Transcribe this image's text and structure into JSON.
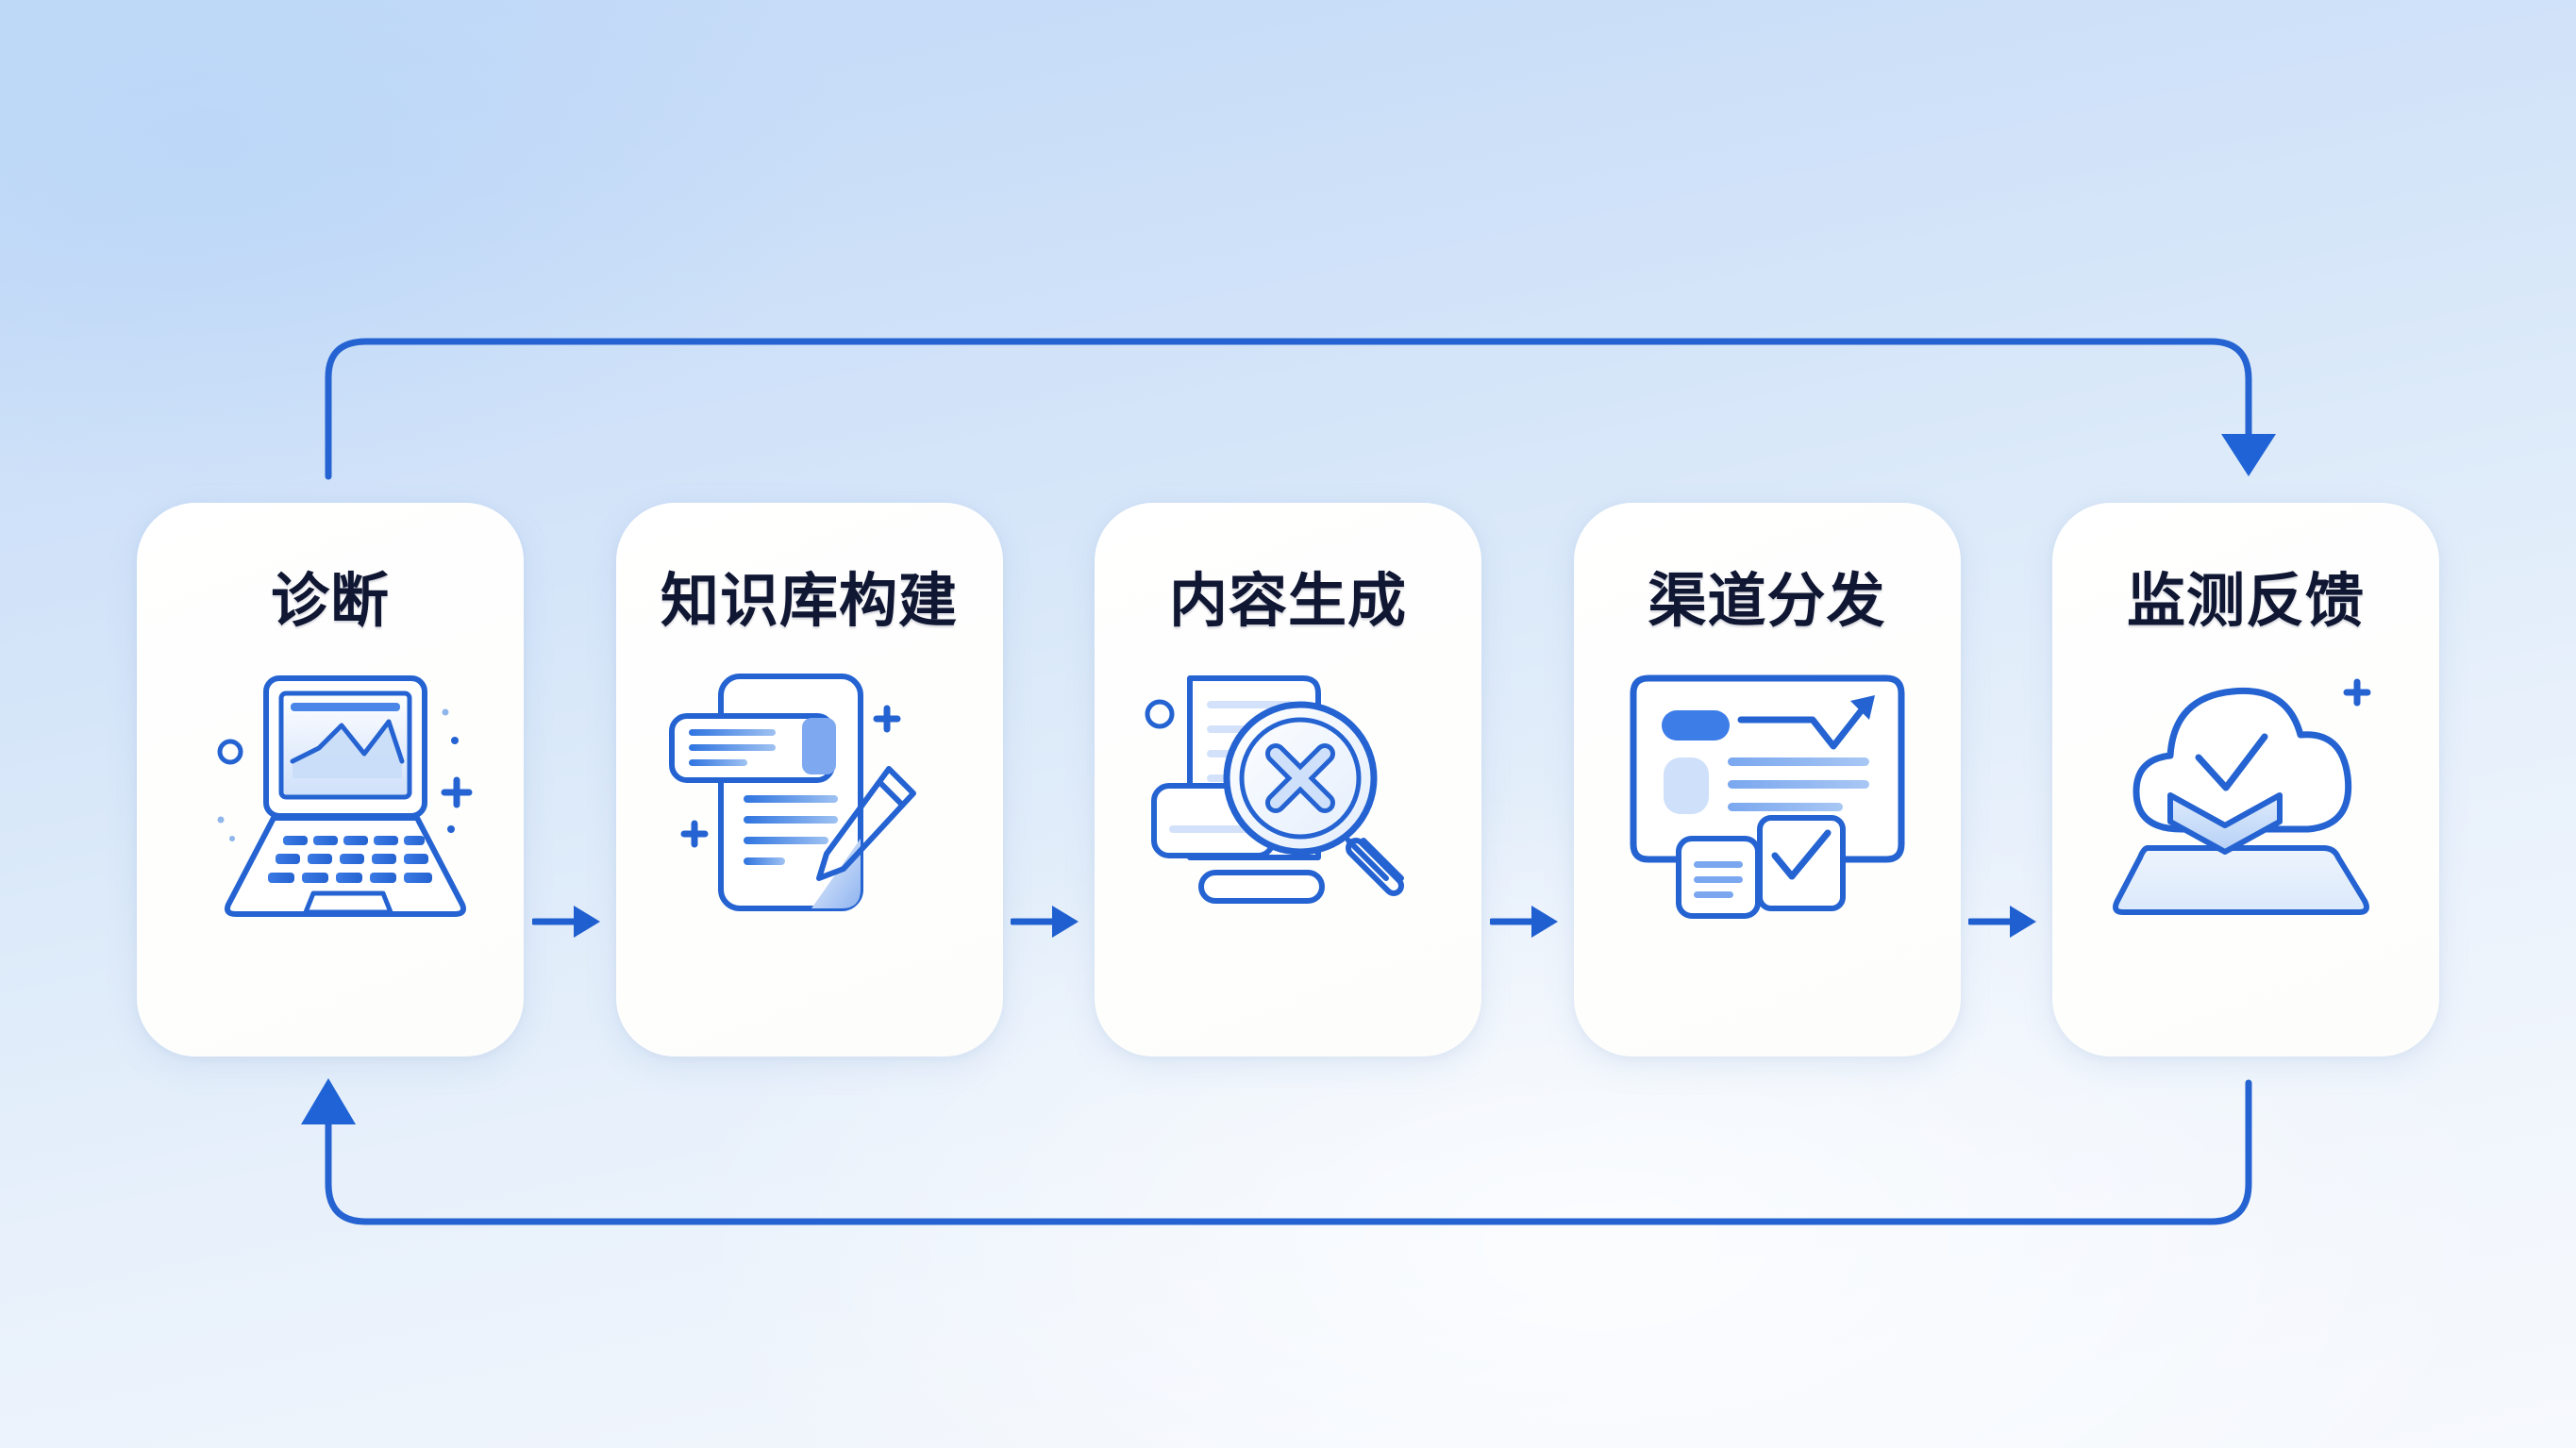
{
  "diagram": {
    "title_text": "",
    "background_top_color": "#c2daf8",
    "background_bottom_color": "#f6f9fd",
    "accent_color": "#1f5fd0",
    "line_color": "#2463d1",
    "card_color": "#fefefd",
    "title_color": "#101733"
  },
  "steps": [
    {
      "index": "1",
      "label": "诊断",
      "icon": "laptop-chart-icon",
      "icon_name": "laptop with line chart on screen"
    },
    {
      "index": "2",
      "label": "知识库构建",
      "icon": "document-pencil-icon",
      "icon_name": "document with pencil and text lines"
    },
    {
      "index": "3",
      "label": "内容生成",
      "icon": "magnifier-cross-document-icon",
      "icon_name": "magnifying glass with cross over document"
    },
    {
      "index": "4",
      "label": "渠道分发",
      "icon": "dashboard-trend-check-icon",
      "icon_name": "dashboard with rising arrow and check card"
    },
    {
      "index": "5",
      "label": "监测反馈",
      "icon": "cloud-download-check-icon",
      "icon_name": "cloud with download arrow and check mark"
    }
  ],
  "connectors": [
    {
      "from": "诊断",
      "to": "知识库构建",
      "icon": "arrow-right-icon"
    },
    {
      "from": "知识库构建",
      "to": "内容生成",
      "icon": "arrow-right-icon"
    },
    {
      "from": "内容生成",
      "to": "渠道分发",
      "icon": "arrow-right-icon"
    },
    {
      "from": "渠道分发",
      "to": "监测反馈",
      "icon": "arrow-right-icon"
    }
  ],
  "feedback_loops": [
    {
      "name": "top-feedback-loop",
      "icon": "loop-arrow-down-icon",
      "from": "诊断",
      "to": "监测反馈",
      "direction": "left-to-right, ends with downward arrow"
    },
    {
      "name": "bottom-feedback-loop",
      "icon": "loop-arrow-up-icon",
      "from": "监测反馈",
      "to": "诊断",
      "direction": "right-to-left, ends with upward arrow"
    }
  ]
}
